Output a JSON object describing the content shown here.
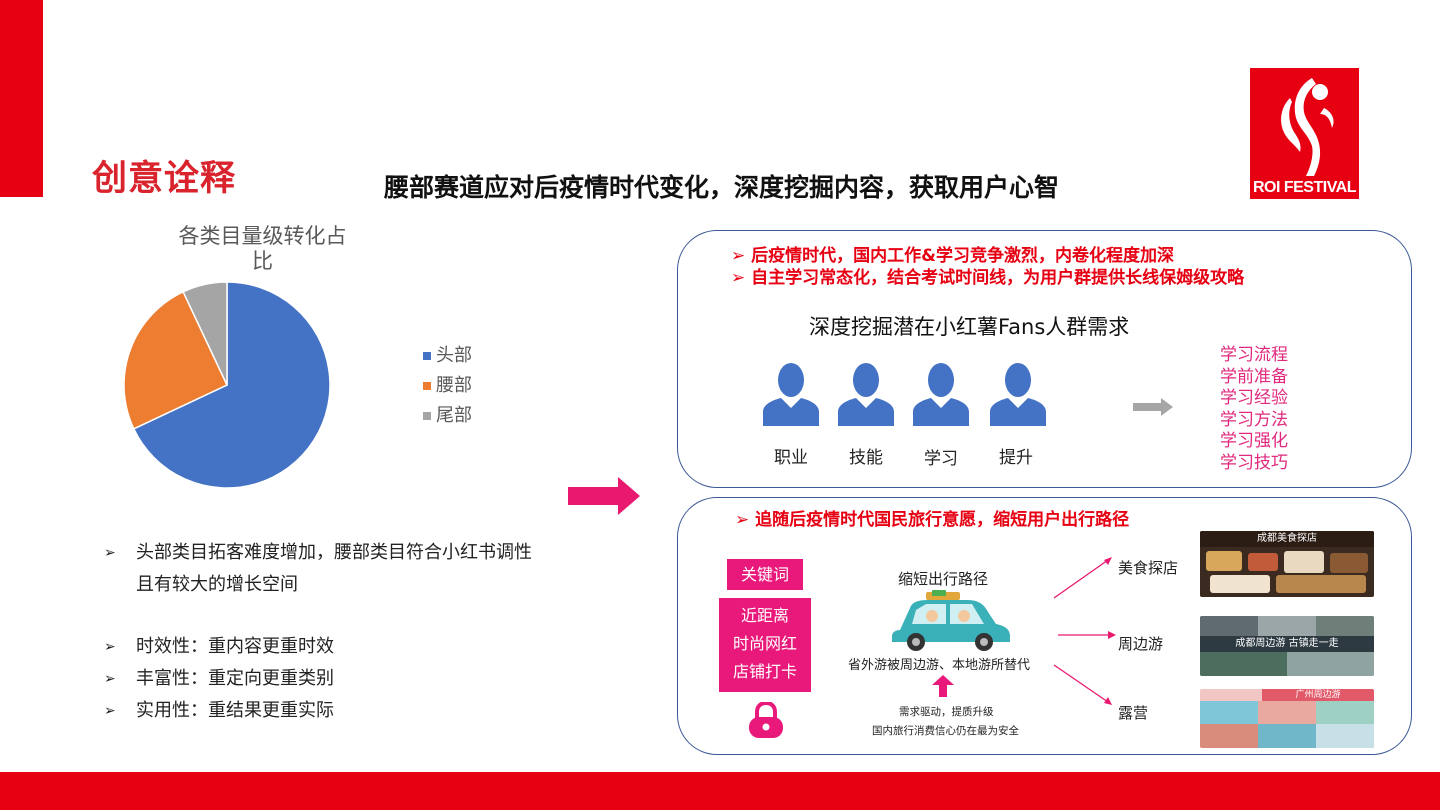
{
  "header": {
    "section_title": "创意诠释",
    "headline": "腰部赛道应对后疫情时代变化，深度挖掘内容，获取用户心智",
    "logo_text": "ROI FESTIVAL"
  },
  "chart_data": {
    "type": "pie",
    "title": "各类目量级转化占比",
    "categories": [
      "头部",
      "腰部",
      "尾部"
    ],
    "values": [
      68,
      25,
      7
    ],
    "colors": [
      "#4472c4",
      "#ed7d31",
      "#a5a5a5"
    ],
    "legend_position": "right"
  },
  "bullets": [
    "头部类目拓客难度增加，腰部类目符合小红书调性",
    "且有较大的增长空间",
    "时效性：重内容更重时效",
    "丰富性：重定向更重类别",
    "实用性：重结果更重实际"
  ],
  "panel_top": {
    "points": [
      "后疫情时代，国内工作&学习竞争激烈，内卷化程度加深",
      "自主学习常态化，结合考试时间线，为用户群提供长线保姆级攻略"
    ],
    "subheading": "深度挖掘潜在小红薯Fans人群需求",
    "people": [
      "职业",
      "技能",
      "学习",
      "提升"
    ],
    "study_items": [
      "学习流程",
      "学前准备",
      "学习经验",
      "学习方法",
      "学习强化",
      "学习技巧"
    ]
  },
  "panel_bottom": {
    "point": "追随后疫情时代国民旅行意愿，缩短用户出行路径",
    "keyword_label": "关键词",
    "keywords": [
      "近距离",
      "时尚网红",
      "店铺打卡"
    ],
    "path_title": "缩短出行路径",
    "replace_text": "省外游被周边游、本地游所替代",
    "demand_text": "需求驱动，提质升级",
    "confidence_text": "国内旅行消费信心仍在最为安全",
    "destinations": [
      "美食探店",
      "周边游",
      "露营"
    ],
    "photo_captions": [
      "成都美食探店",
      "成都周边游 古镇走一走",
      "广州周边游"
    ]
  },
  "colors": {
    "brand_red": "#e60012",
    "accent_pink": "#e8197a",
    "panel_border": "#3c5a96",
    "person_blue": "#4472c4"
  }
}
